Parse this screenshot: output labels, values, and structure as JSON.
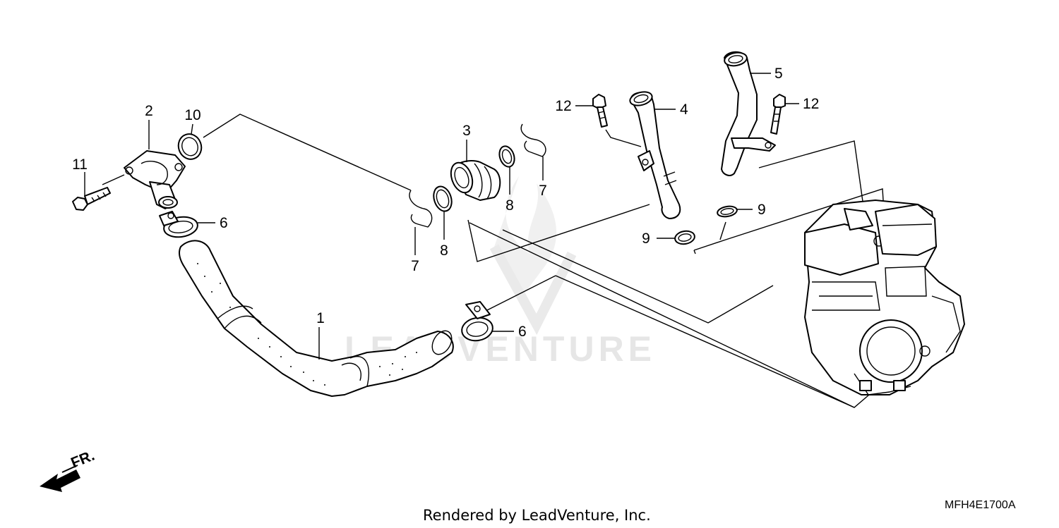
{
  "diagram": {
    "callouts": {
      "c1": "1",
      "c2": "2",
      "c3": "3",
      "c4": "4",
      "c5": "5",
      "c6a": "6",
      "c6b": "6",
      "c7a": "7",
      "c7b": "7",
      "c8a": "8",
      "c8b": "8",
      "c9a": "9",
      "c9b": "9",
      "c10": "10",
      "c11": "11",
      "c12a": "12",
      "c12b": "12"
    },
    "direction_label": "FR.",
    "diagram_code": "MFH4E1700A",
    "footer": "Rendered by LeadVenture, Inc.",
    "watermark": "LEADVENTURE"
  }
}
